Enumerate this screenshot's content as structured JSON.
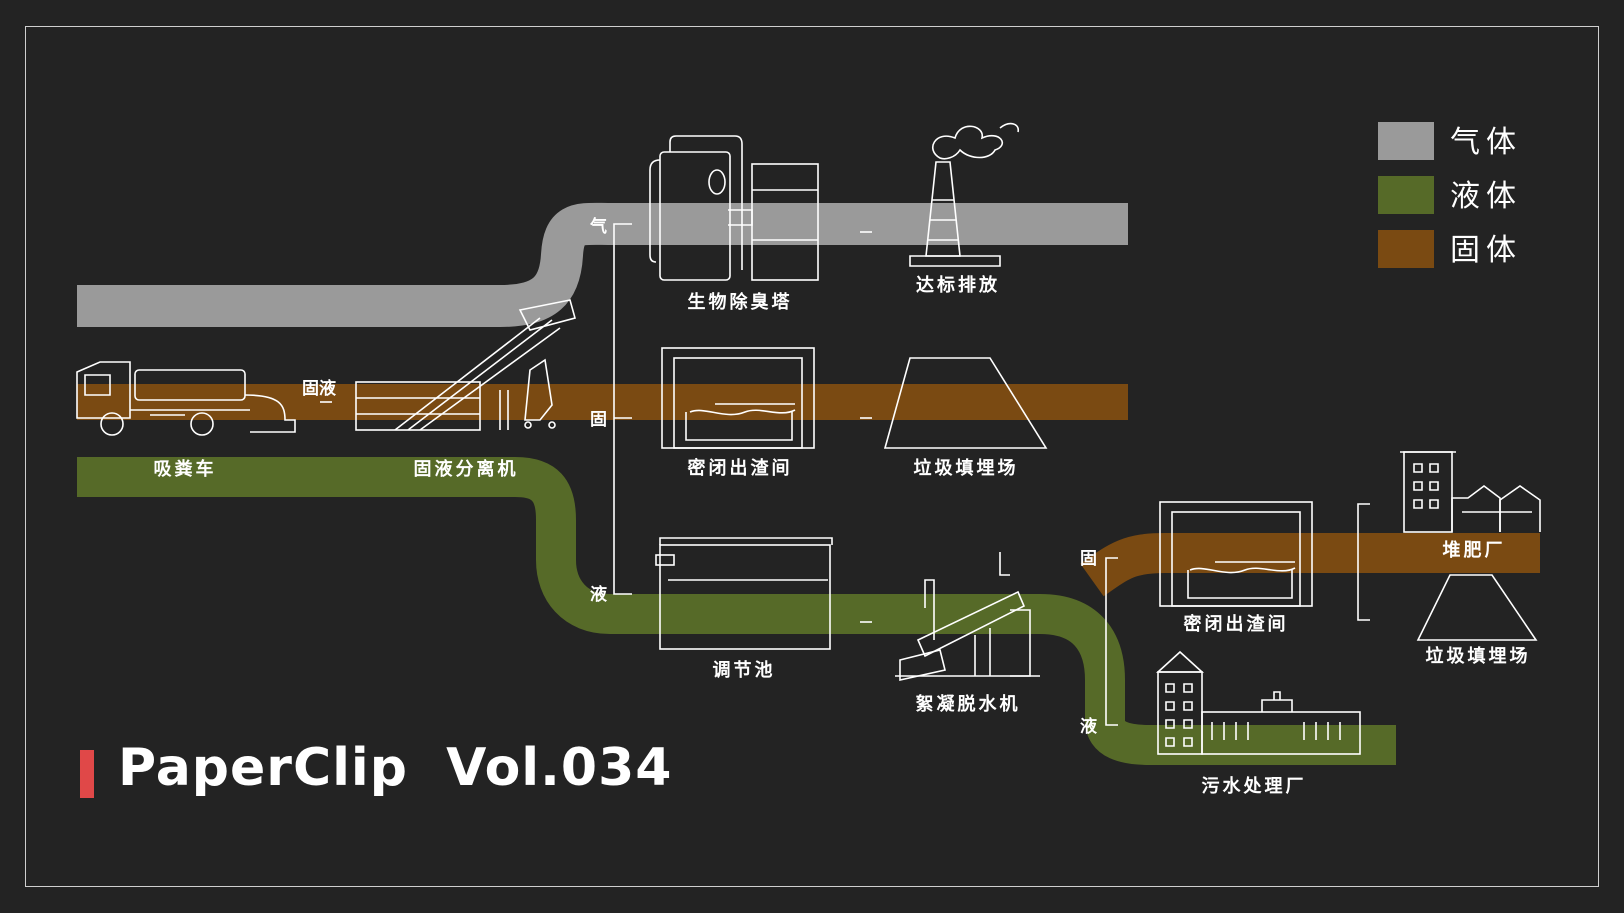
{
  "legend": [
    {
      "label": "气体",
      "color": "#9a9a9a"
    },
    {
      "label": "液体",
      "color": "#566a28"
    },
    {
      "label": "固体",
      "color": "#7a4a12"
    }
  ],
  "stream_tags": {
    "gas": "气",
    "solid": "固",
    "liquid": "液",
    "solid_liquid": "固液",
    "solid2": "固",
    "liquid2": "液"
  },
  "nodes": {
    "truck": "吸粪车",
    "separator": "固液分离机",
    "bio_tower": "生物除臭塔",
    "emission": "达标排放",
    "slag_room": "密闭出渣间",
    "landfill": "垃圾填埋场",
    "tank": "调节池",
    "dewater": "絮凝脱水机",
    "slag_room2": "密闭出渣间",
    "compost": "堆肥厂",
    "landfill2": "垃圾填埋场",
    "sewage": "污水处理厂"
  },
  "title": "PaperClip  Vol.034",
  "colors": {
    "background": "#232323",
    "accent": "#e04848",
    "gas": "#9a9a9a",
    "liquid": "#566a28",
    "solid": "#7a4a12"
  }
}
